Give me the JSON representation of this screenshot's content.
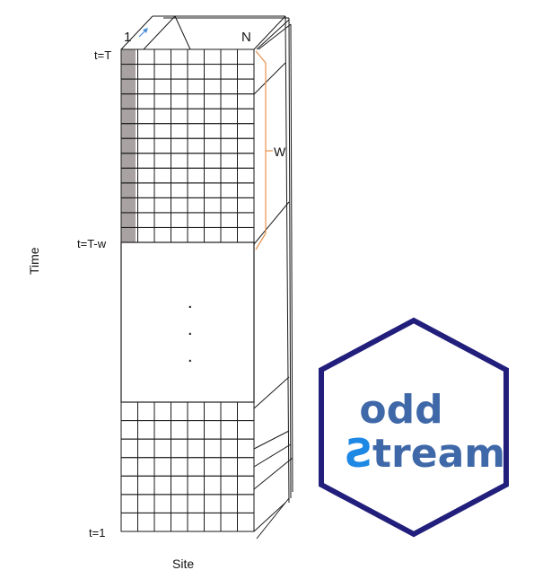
{
  "diagram": {
    "site_first_label": "1",
    "site_last_label": "N",
    "time_top_label": "t=T",
    "window_start_label": "t=T-w",
    "time_bottom_label": "t=1",
    "window_label": "W",
    "y_axis_label": "Time",
    "x_axis_label": "Site",
    "dots": ".",
    "grid": {
      "columns": 8,
      "top_rows": 13,
      "bottom_rows": 7,
      "highlighted_column": 1
    },
    "colors": {
      "grid_line": "#1a1a1a",
      "highlight_fill": "#a8a2a2",
      "window_bracket": "#e8914a",
      "arrow": "#4a90d9"
    }
  },
  "logo": {
    "line1": "odd",
    "line2_mirrored_letter": "S",
    "line2_rest": "tream",
    "colors": {
      "border": "#221f7c",
      "text": "#3f68a8",
      "accent": "#1e88e5"
    }
  }
}
